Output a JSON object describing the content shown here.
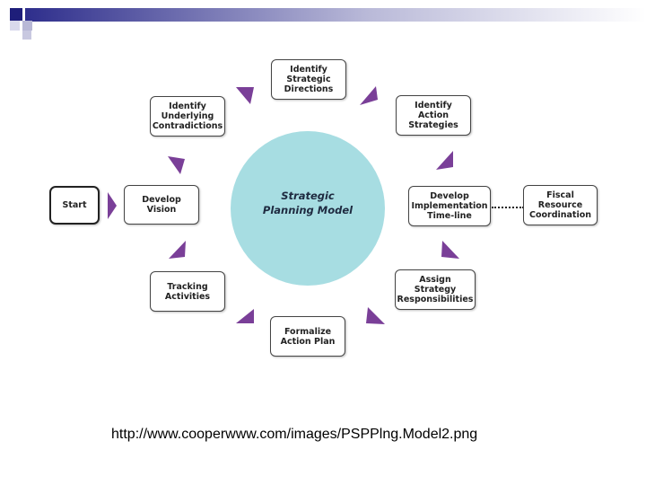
{
  "theme": {
    "accent_color": "#1e1e7a",
    "header_gradient_start": "#2e2e8c",
    "header_gradient_end": "#ffffff",
    "circle_color": "#a7dde2",
    "arrow_color": "#7a3f98"
  },
  "diagram": {
    "center": {
      "title": "Strategic\nPlanning Model"
    },
    "nodes": {
      "start": "Start",
      "develop_vision": "Develop\nVision",
      "identify_contradictions": "Identify\nUnderlying\nContradictions",
      "identify_directions": "Identify\nStrategic\nDirections",
      "identify_action_strategies": "Identify\nAction\nStrategies",
      "develop_timeline": "Develop\nImplementation\nTime-line",
      "fiscal_coordination": "Fiscal\nResource\nCoordination",
      "assign_responsibilities": "Assign\nStrategy\nResponsibilities",
      "formalize_plan": "Formalize\nAction Plan",
      "tracking_activities": "Tracking\nActivities"
    }
  },
  "footer": {
    "source_url": "http://www.cooperwww.com/images/PSPPlng.Model2.png"
  }
}
